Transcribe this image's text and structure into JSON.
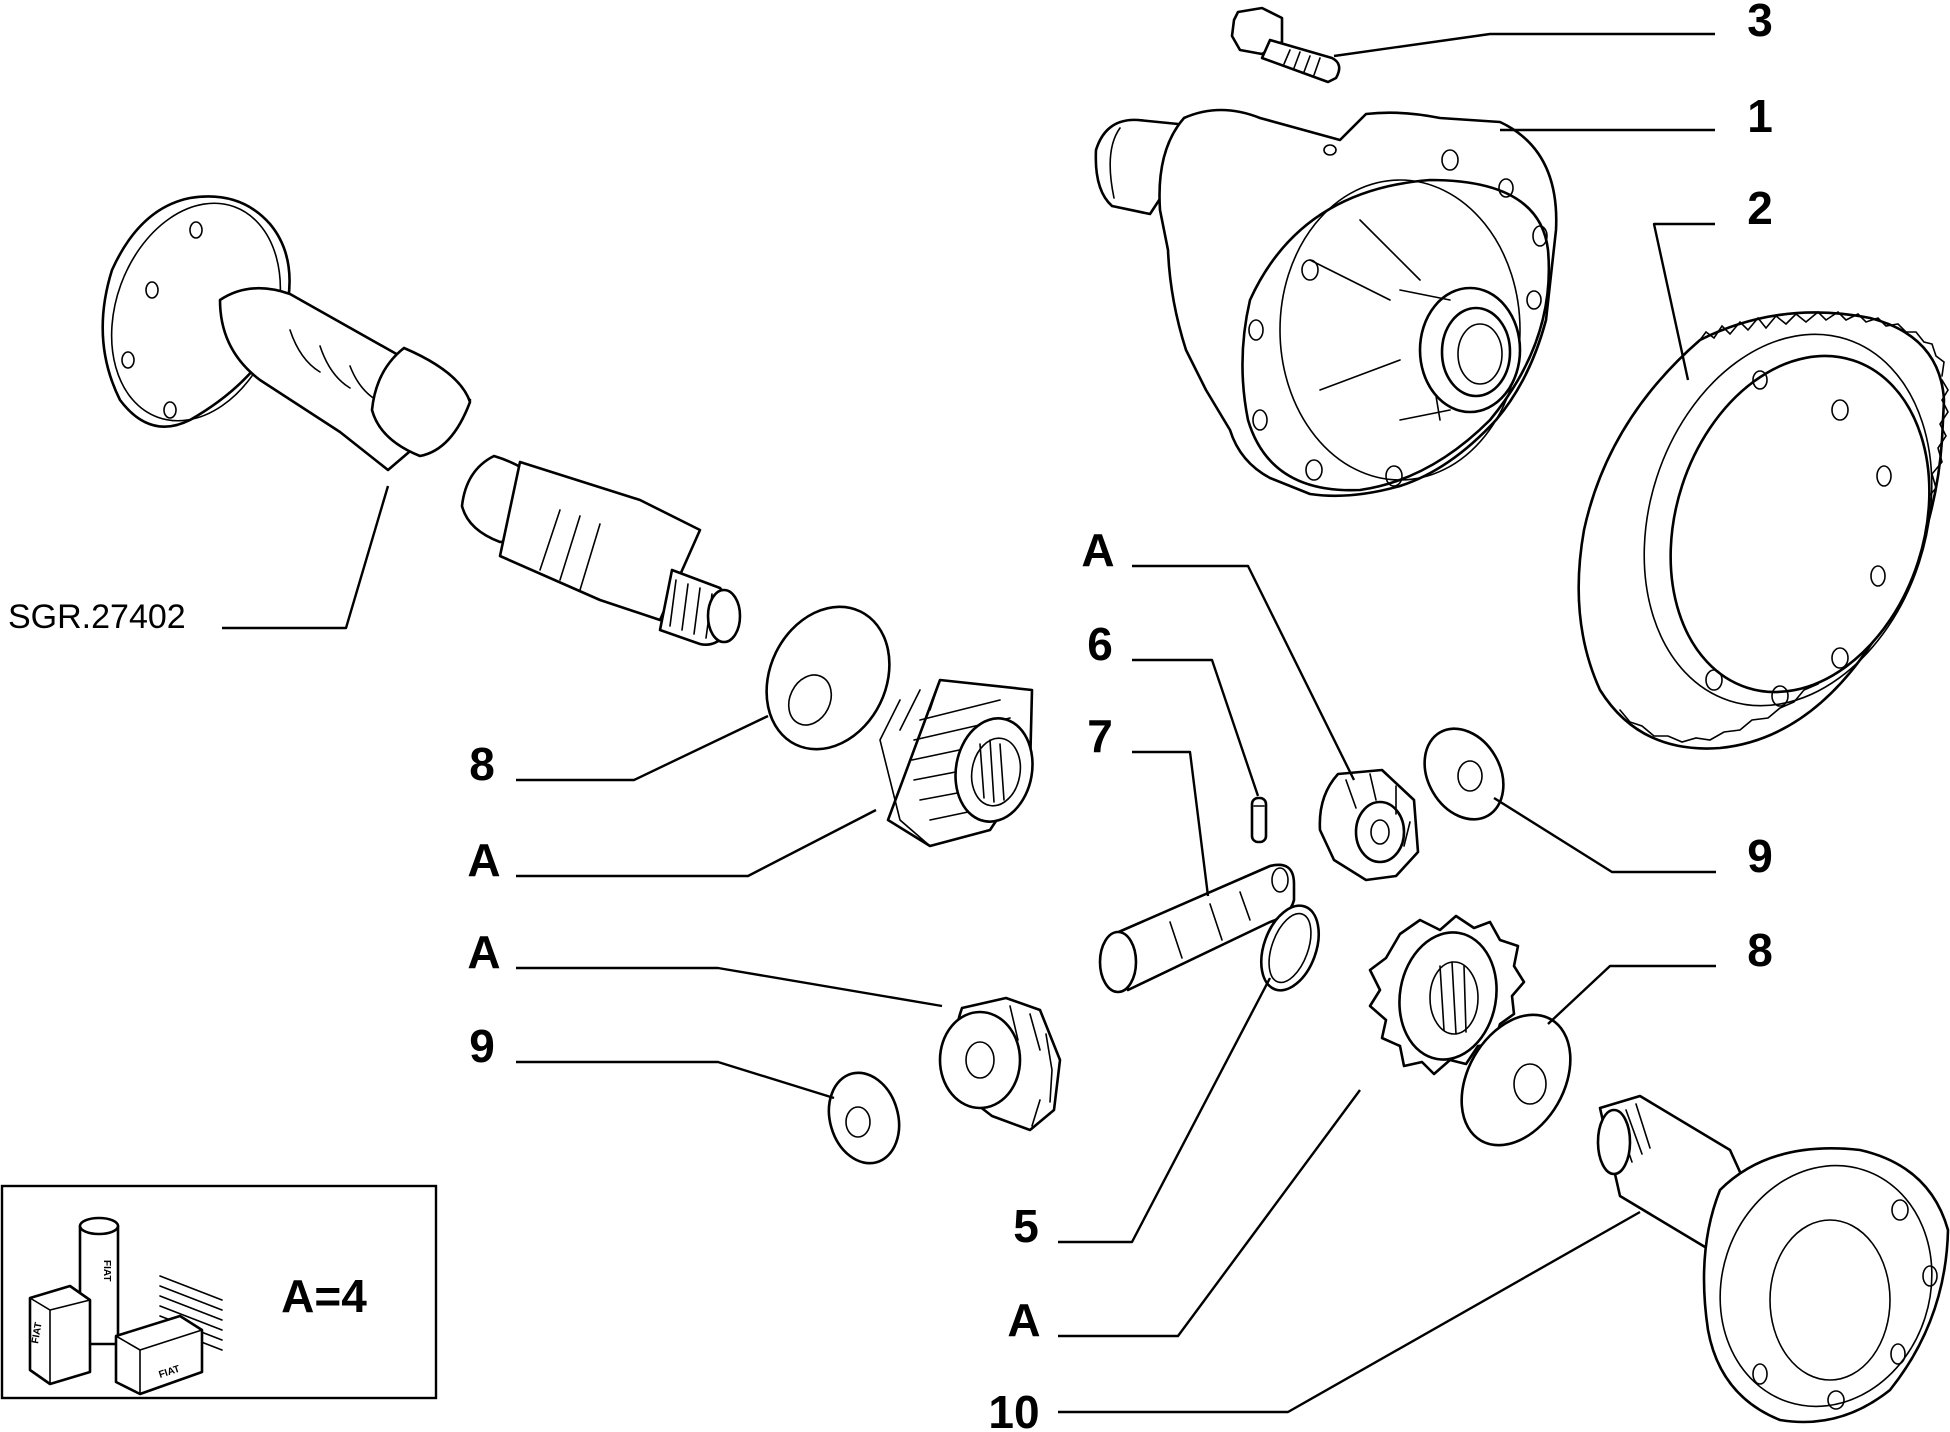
{
  "drawing_code": "SGR.27402",
  "kit_note": "A=4",
  "box_labels": [
    "FIAT",
    "FIAT",
    "FIAT"
  ],
  "labels": {
    "c3": "3",
    "c1": "1",
    "c2": "2",
    "a_center": "A",
    "c6": "6",
    "c7": "7",
    "c8_left": "8",
    "a_left_1": "A",
    "a_left_2": "A",
    "c9_left": "9",
    "c9_right": "9",
    "c8_right": "8",
    "c5": "5",
    "a_bottom": "A",
    "c10": "10"
  },
  "parts": [
    {
      "id": "1",
      "name": "differential-housing"
    },
    {
      "id": "2",
      "name": "ring-gear"
    },
    {
      "id": "3",
      "name": "bolt"
    },
    {
      "id": "5",
      "name": "snap-ring"
    },
    {
      "id": "6",
      "name": "roll-pin"
    },
    {
      "id": "7",
      "name": "pinion-shaft"
    },
    {
      "id": "8",
      "name": "side-gear-thrust-washer"
    },
    {
      "id": "9",
      "name": "pinion-thrust-washer"
    },
    {
      "id": "10",
      "name": "output-flange-shaft"
    },
    {
      "id": "A",
      "name": "differential-gear"
    }
  ]
}
